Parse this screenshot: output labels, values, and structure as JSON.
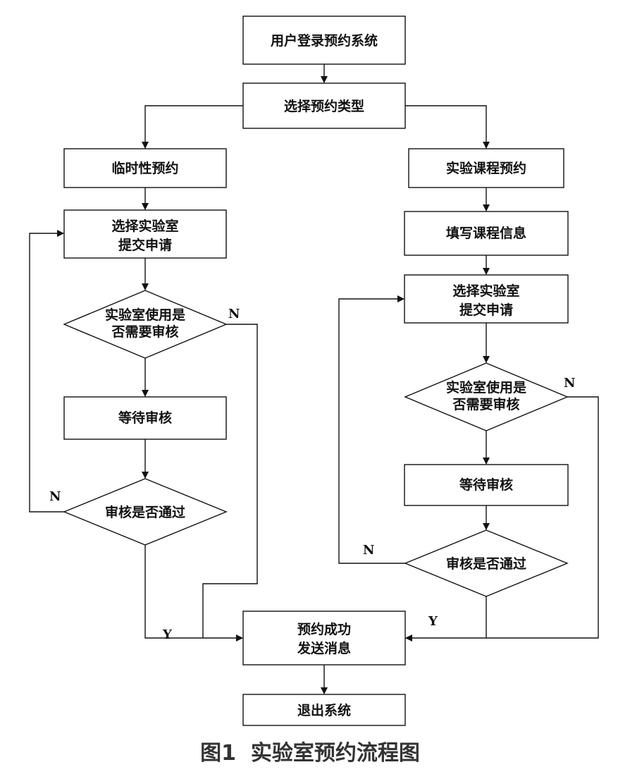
{
  "caption": "图1  实验室预约流程图",
  "nodes": {
    "login": "用户登录预约系统",
    "select_type": "选择预约类型",
    "temp": "临时性预约",
    "course": "实验课程预约",
    "fill_course": "填写课程信息",
    "left_select_1": "选择实验室",
    "left_select_2": "提交申请",
    "left_decision_1": "实验室使用是",
    "left_decision_2": "否需要审核",
    "left_wait": "等待审核",
    "left_pass": "审核是否通过",
    "right_select_1": "选择实验室",
    "right_select_2": "提交申请",
    "right_decision_1": "实验室使用是",
    "right_decision_2": "否需要审核",
    "right_wait": "等待审核",
    "right_pass": "审核是否通过",
    "success_1": "预约成功",
    "success_2": "发送消息",
    "exit": "退出系统"
  },
  "labels": {
    "left_n_top": "N",
    "left_n_bottom": "N",
    "left_y": "Y",
    "right_n_top": "N",
    "right_n_bottom": "N",
    "right_y": "Y"
  }
}
